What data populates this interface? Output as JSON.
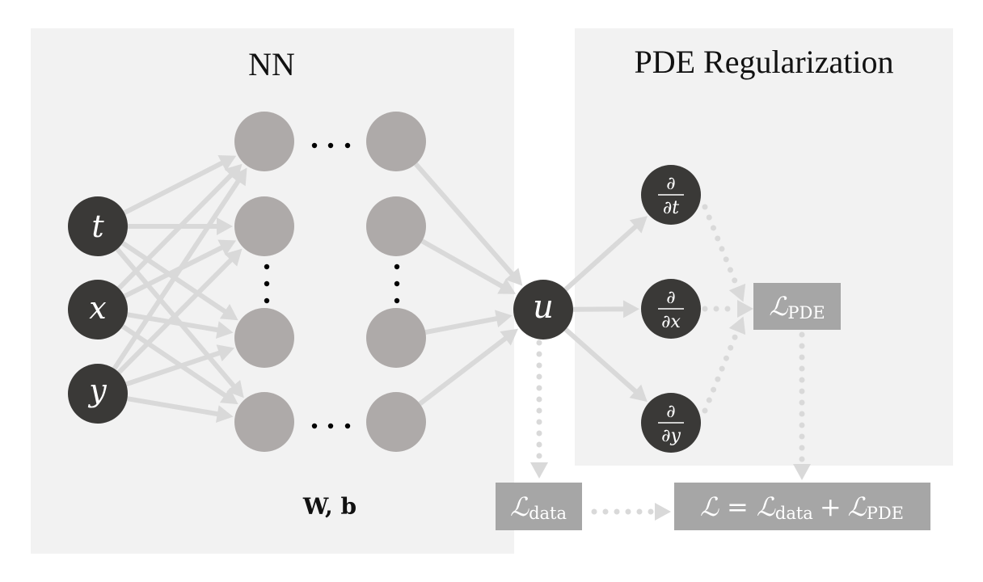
{
  "colors": {
    "panel_bg": "#f2f2f2",
    "input_node": "#3a3937",
    "hidden_node": "#aeaaa9",
    "edge": "#d9d9d9",
    "loss_box": "#a6a6a6",
    "text": "#111111"
  },
  "panels": {
    "nn": {
      "title": "NN",
      "params_label": "W, b"
    },
    "pde": {
      "title": "PDE Regularization"
    }
  },
  "inputs": [
    {
      "id": "t",
      "label": "t"
    },
    {
      "id": "x",
      "label": "x"
    },
    {
      "id": "y",
      "label": "y"
    }
  ],
  "hidden_layers": {
    "columns": 2,
    "visible_nodes_per_column": 4,
    "ellipsis": "…"
  },
  "output": {
    "id": "u",
    "label": "u"
  },
  "derivatives": [
    {
      "id": "dt",
      "numerator": "∂",
      "denominator": "∂t"
    },
    {
      "id": "dx",
      "numerator": "∂",
      "denominator": "∂x"
    },
    {
      "id": "dy",
      "numerator": "∂",
      "denominator": "∂y"
    }
  ],
  "losses": {
    "pde": {
      "symbol": "ℒ",
      "subscript": "PDE"
    },
    "data": {
      "symbol": "ℒ",
      "subscript": "data"
    },
    "total": {
      "lhs": "ℒ",
      "eq": "=",
      "term1": "ℒ",
      "term1_sub": "data",
      "plus": "+",
      "term2": "ℒ",
      "term2_sub": "PDE"
    }
  }
}
